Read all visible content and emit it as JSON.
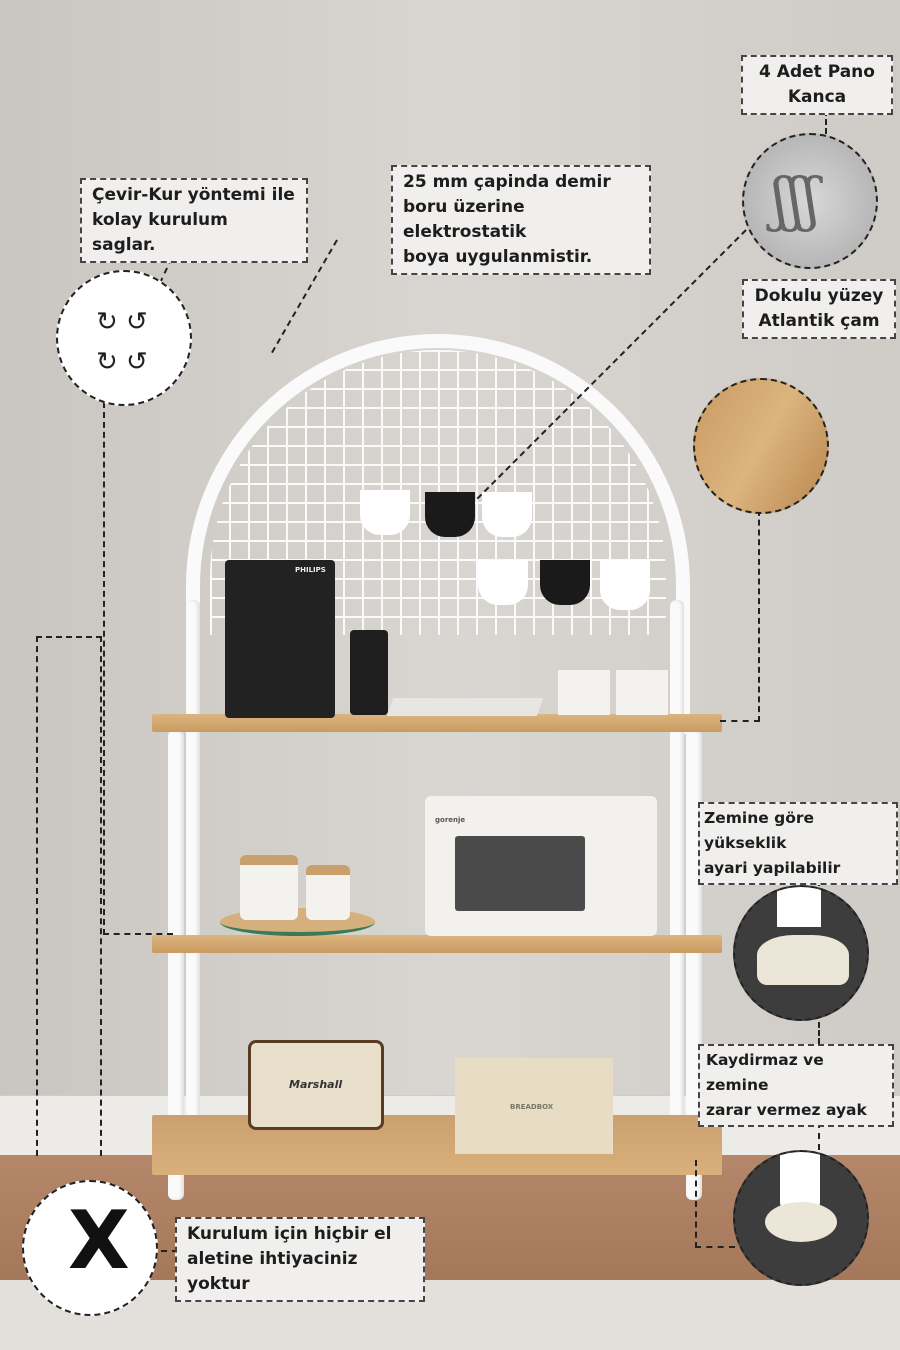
{
  "labels": {
    "hooks": "4 Adet Pano Kanca",
    "assembly_line1": "Çevir-Kur yöntemi ile",
    "assembly_line2": "kolay kurulum saglar.",
    "pipe_line1": "25 mm çapinda demir",
    "pipe_line2": "boru üzerine elektrostatik",
    "pipe_line3": "boya uygulanmistir.",
    "surface_line1": "Dokulu yüzey",
    "surface_line2": "Atlantik çam",
    "height_line1": "Zemine göre yükseklik",
    "height_line2": "ayari yapilabilir",
    "feet_line1": "Kaydirmaz ve zemine",
    "feet_line2": "zarar vermez ayak",
    "tools_line1": "Kurulum için hiçbir el",
    "tools_line2": "aletine ihtiyaciniz yoktur"
  },
  "brands": {
    "coffee": "PHILIPS",
    "microwave": "gorenje",
    "speaker": "Marshall",
    "breadbox": "BREADBOX"
  },
  "colors": {
    "wood": "#d1a56c",
    "frame": "#fafafa",
    "outline": "#222222"
  }
}
